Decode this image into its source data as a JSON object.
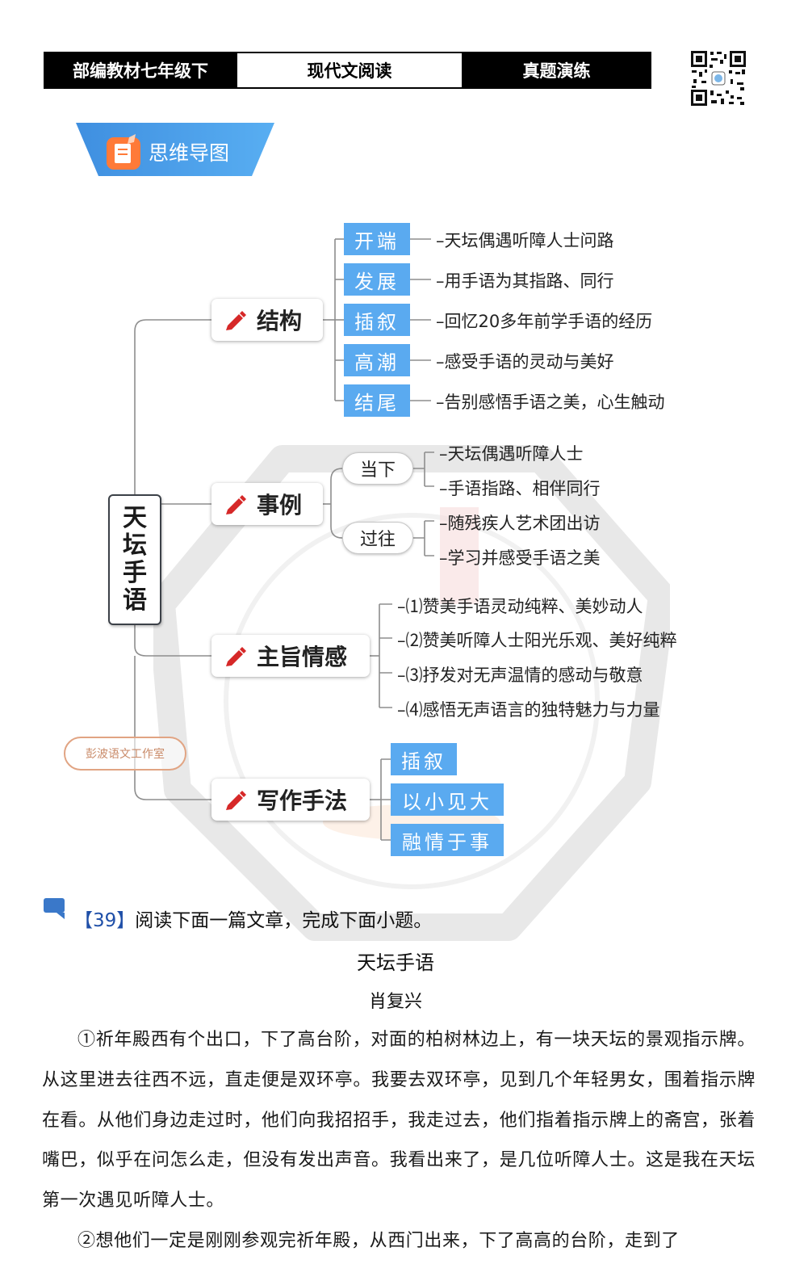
{
  "header": {
    "left": "部编教材七年级下",
    "center": "现代文阅读",
    "right": "真题演练"
  },
  "banner": {
    "title": "思维导图"
  },
  "mindmap": {
    "root": [
      "天",
      "坛",
      "手",
      "语"
    ],
    "structure": {
      "label": "结构",
      "items": [
        {
          "tag": "开端",
          "text": "–天坛偶遇听障人士问路"
        },
        {
          "tag": "发展",
          "text": "–用手语为其指路、同行"
        },
        {
          "tag": "插叙",
          "text": "–回忆20多年前学手语的经历"
        },
        {
          "tag": "高潮",
          "text": "–感受手语的灵动与美好"
        },
        {
          "tag": "结尾",
          "text": "–告别感悟手语之美，心生触动"
        }
      ]
    },
    "examples": {
      "label": "事例",
      "present": {
        "label": "当下",
        "items": [
          "–天坛偶遇听障人士",
          "–手语指路、相伴同行"
        ]
      },
      "past": {
        "label": "过往",
        "items": [
          "–随残疾人艺术团出访",
          "–学习并感受手语之美"
        ]
      }
    },
    "theme": {
      "label": "主旨情感",
      "items": [
        "–⑴赞美手语灵动纯粹、美妙动人",
        "–⑵赞美听障人士阳光乐观、美好纯粹",
        "–⑶抒发对无声温情的感动与敬意",
        "–⑷感悟无声语言的独特魅力与力量"
      ]
    },
    "techniques": {
      "label": "写作手法",
      "items": [
        "插叙",
        "以小见大",
        "融情于事"
      ]
    },
    "studio": "彭波语文工作室"
  },
  "question": {
    "number": "【39】",
    "instruction": "阅读下面一篇文章，完成下面小题。"
  },
  "article": {
    "title": "天坛手语",
    "author": "肖复兴",
    "paragraphs": [
      "①祈年殿西有个出口，下了高台阶，对面的柏树林边上，有一块天坛的景观指示牌。从这里进去往西不远，直走便是双环亭。我要去双环亭，见到几个年轻男女，围着指示牌在看。从他们身边走过时，他们向我招招手，我走过去，他们指着指示牌上的斋宫，张着嘴巴，似乎在问怎么走，但没有发出声音。我看出来了，是几位听障人士。这是我在天坛第一次遇见听障人士。",
      "②想他们一定是刚刚参观完祈年殿，从西门出来，下了高高的台阶，走到了"
    ]
  },
  "colors": {
    "tag_blue": "#5aaaf0",
    "pencil_red": "#d62828",
    "banner_orange": "#ff7a38",
    "banner_blue": "#3f8fe0",
    "question_blue": "#1f4fa8"
  }
}
